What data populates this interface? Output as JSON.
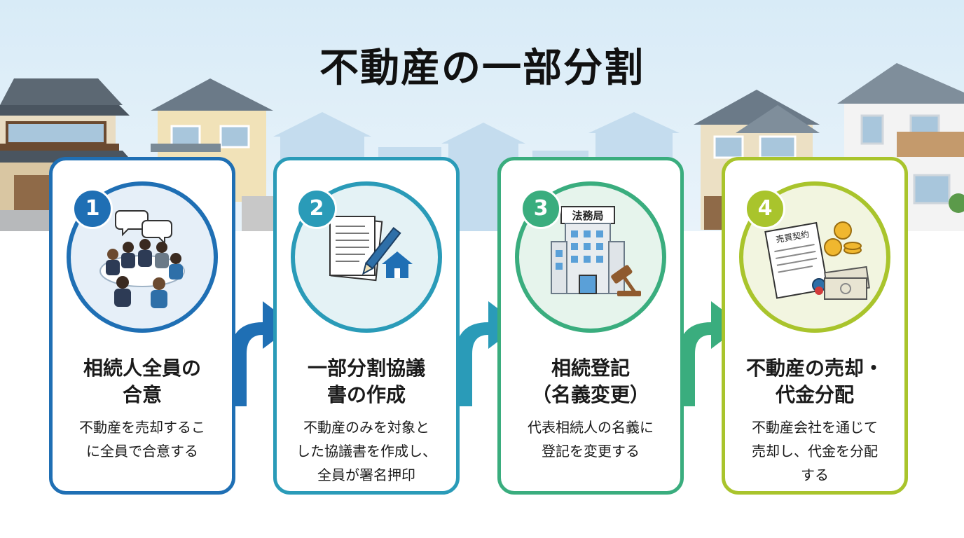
{
  "title": "不動産の一部分割",
  "colors": {
    "step1": "#1f6fb4",
    "step2": "#2a9bb8",
    "step3": "#3aad7e",
    "step4": "#a9c42c",
    "sky": "#d6e8f5"
  },
  "steps": [
    {
      "number": "1",
      "icon": "meeting-icon",
      "title": "相続人全員の\n合意",
      "description": "不動産を売却するこ\nに全員で合意する"
    },
    {
      "number": "2",
      "icon": "document-pen-house-icon",
      "title": "一部分割協議\n書の作成",
      "description": "不動産のみを対象と\nした協議書を作成し、\n全員が署名押印"
    },
    {
      "number": "3",
      "icon": "legal-affairs-bureau-icon",
      "sign": "法務局",
      "title": "相続登記\n（名義変更）",
      "description": "代表相続人の名義に\n登記を変更する"
    },
    {
      "number": "4",
      "icon": "contract-money-icon",
      "contract_label": "売買契約",
      "title": "不動産の売却・\n代金分配",
      "description": "不動産会社を通じて\n売却し、代金を分配\nする"
    }
  ]
}
